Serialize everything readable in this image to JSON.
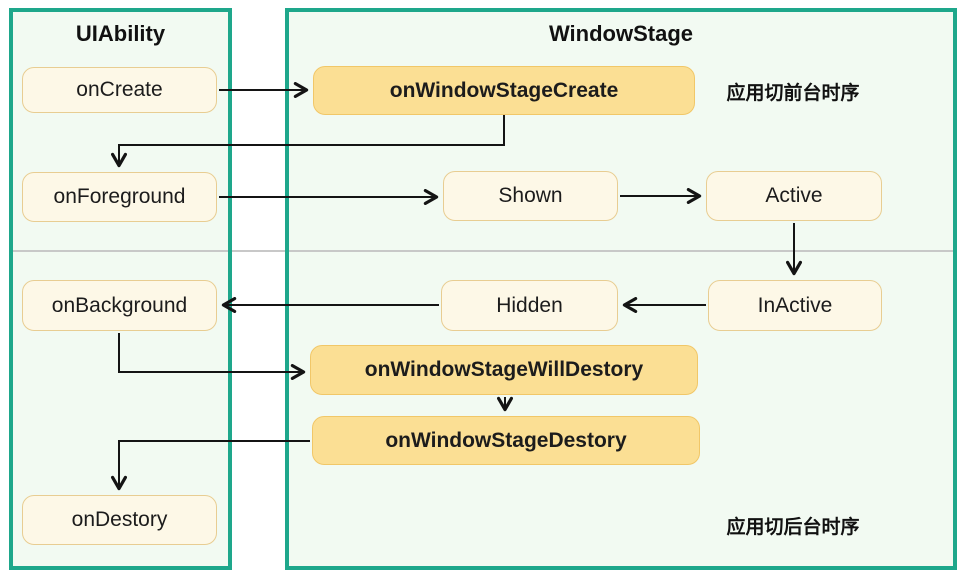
{
  "diagram": {
    "left_panel": {
      "title": "UIAbility",
      "nodes": [
        {
          "id": "onCreate",
          "label": "onCreate"
        },
        {
          "id": "onForeground",
          "label": "onForeground"
        },
        {
          "id": "onBackground",
          "label": "onBackground"
        },
        {
          "id": "onDestory",
          "label": "onDestory"
        }
      ]
    },
    "right_panel": {
      "title": "WindowStage",
      "nodes": [
        {
          "id": "onWindowStageCreate",
          "label": "onWindowStageCreate",
          "emphasis": true
        },
        {
          "id": "Shown",
          "label": "Shown"
        },
        {
          "id": "Active",
          "label": "Active"
        },
        {
          "id": "InActive",
          "label": "InActive"
        },
        {
          "id": "Hidden",
          "label": "Hidden"
        },
        {
          "id": "onWindowStageWillDestory",
          "label": "onWindowStageWillDestory",
          "emphasis": true
        },
        {
          "id": "onWindowStageDestory",
          "label": "onWindowStageDestory",
          "emphasis": true
        }
      ]
    },
    "annotations": {
      "foreground": "应用切前台时序",
      "background": "应用切后台时序"
    },
    "edges": [
      {
        "from": "onCreate",
        "to": "onWindowStageCreate"
      },
      {
        "from": "onWindowStageCreate",
        "to": "onForeground"
      },
      {
        "from": "onForeground",
        "to": "Shown"
      },
      {
        "from": "Shown",
        "to": "Active"
      },
      {
        "from": "Active",
        "to": "InActive"
      },
      {
        "from": "InActive",
        "to": "Hidden"
      },
      {
        "from": "Hidden",
        "to": "onBackground"
      },
      {
        "from": "onBackground",
        "to": "onWindowStageWillDestory"
      },
      {
        "from": "onWindowStageWillDestory",
        "to": "onWindowStageDestory"
      },
      {
        "from": "onWindowStageDestory",
        "to": "onDestory"
      }
    ],
    "colors": {
      "panel_border": "#1ea78b",
      "panel_bg": "#f2faf2",
      "node_bg": "#fdf8e7",
      "node_border": "#e8cd92",
      "node_emphasis_bg": "#fbdf94",
      "node_emphasis_border": "#f1c768",
      "arrow": "#141414",
      "divider": "#c8c8c8",
      "text": "#1c1c1c"
    }
  }
}
